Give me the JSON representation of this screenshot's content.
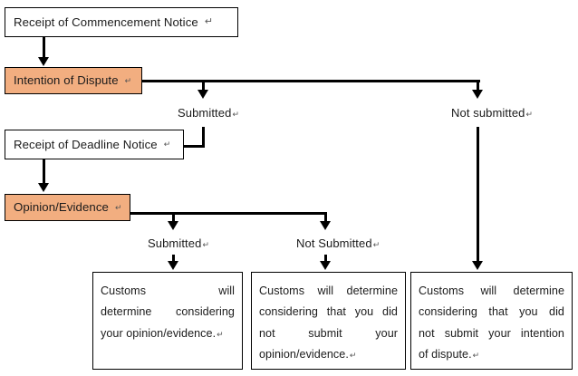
{
  "chart_data": {
    "type": "diagram",
    "title": "Customs dispute procedure flowchart",
    "nodes": [
      {
        "id": "commencement",
        "label": "Receipt of Commencement Notice",
        "fill": "#ffffff"
      },
      {
        "id": "intention",
        "label": "Intention of Dispute",
        "fill": "#f2ae80"
      },
      {
        "id": "deadline",
        "label": "Receipt of Deadline Notice",
        "fill": "#ffffff"
      },
      {
        "id": "opinion",
        "label": "Opinion/Evidence",
        "fill": "#f2ae80"
      },
      {
        "id": "outcome1",
        "label": "Customs will determine considering your opinion/evidence.",
        "fill": "#ffffff"
      },
      {
        "id": "outcome2",
        "label": "Customs will determine considering that you did not submit your opinion/evidence.",
        "fill": "#ffffff"
      },
      {
        "id": "outcome3",
        "label": "Customs will determine considering that you did not submit your intention of dispute.",
        "fill": "#ffffff"
      }
    ],
    "edges": [
      {
        "from": "commencement",
        "to": "intention",
        "label": ""
      },
      {
        "from": "intention",
        "to": "deadline",
        "label": "Submitted"
      },
      {
        "from": "intention",
        "to": "outcome3",
        "label": "Not submitted"
      },
      {
        "from": "deadline",
        "to": "opinion",
        "label": ""
      },
      {
        "from": "opinion",
        "to": "outcome1",
        "label": "Submitted"
      },
      {
        "from": "opinion",
        "to": "outcome2",
        "label": "Not Submitted"
      }
    ]
  },
  "nodes": {
    "commencement": {
      "label": "Receipt of Commencement Notice"
    },
    "intention": {
      "label": "Intention of Dispute"
    },
    "deadline": {
      "label": "Receipt of Deadline Notice"
    },
    "opinion": {
      "label": "Opinion/Evidence"
    }
  },
  "branch_labels": {
    "intention_submitted": "Submitted",
    "intention_not_submitted": "Not submitted",
    "opinion_submitted": "Submitted",
    "opinion_not_submitted": "Not Submitted"
  },
  "outcomes": {
    "submitted_evidence": {
      "lines": [
        "Customs will",
        "determine considering",
        "your opinion/evidence."
      ]
    },
    "no_evidence": {
      "lines": [
        "Customs will determine",
        "considering that you did",
        "not submit your",
        "opinion/evidence."
      ]
    },
    "no_intention": {
      "lines": [
        "Customs will determine",
        "considering that you did",
        "not submit your intention",
        "of dispute."
      ]
    }
  },
  "marks": {
    "paragraph_return": "↵",
    "soft_return": "↵"
  },
  "colors": {
    "highlight_fill": "#f2ae80",
    "box_fill": "#ffffff",
    "stroke": "#000000",
    "text": "#1b1b1b",
    "background": "#ffffff"
  }
}
